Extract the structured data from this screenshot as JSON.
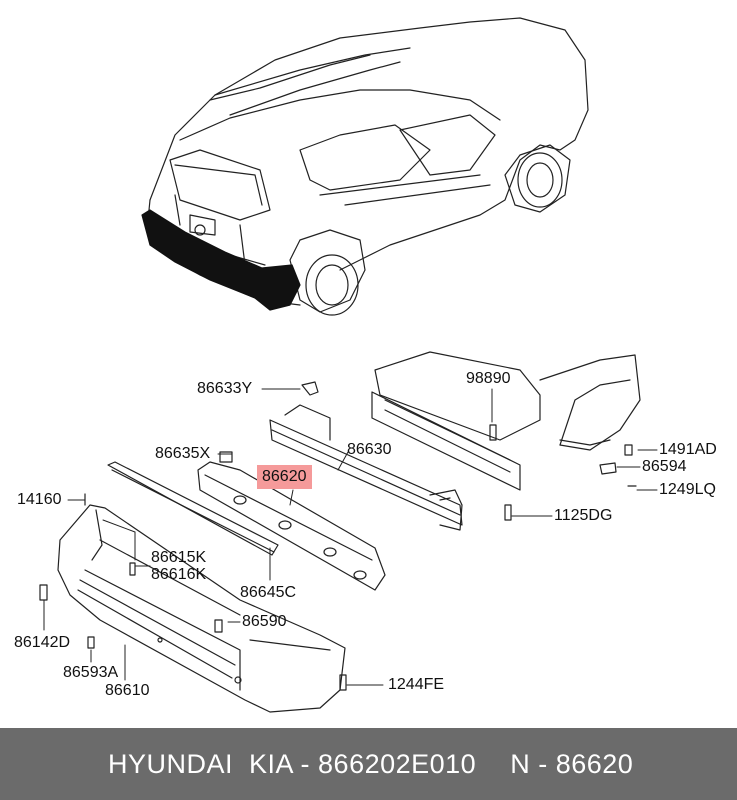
{
  "labels": {
    "p86633Y": "86633Y",
    "p98890": "98890",
    "p86635X": "86635X",
    "p86630": "86630",
    "p86620": "86620",
    "p1491AD": "1491AD",
    "p86594": "86594",
    "p1249LQ": "1249LQ",
    "p14160": "14160",
    "p1125DG": "1125DG",
    "p86615K": "86615K",
    "p86616K": "86616K",
    "p86645C": "86645C",
    "p86590": "86590",
    "p86142D": "86142D",
    "p86593A": "86593A",
    "p86610": "86610",
    "p1244FE": "1244FE"
  },
  "footer": {
    "brand": "HYUNDAI",
    "oem": "KIA - 866202E010",
    "number": "N - 86620"
  },
  "colors": {
    "highlight": "#f59a9a",
    "footer_bg": "#6b6b6b",
    "line": "#222222"
  }
}
